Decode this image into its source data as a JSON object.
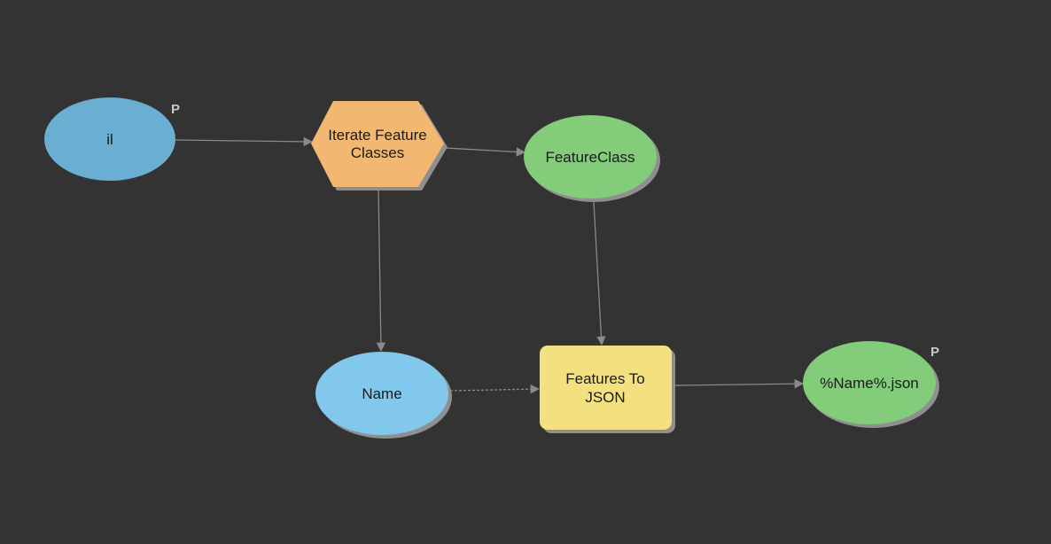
{
  "colors": {
    "background": "#333333",
    "input_variable": "#6aaed1",
    "tool": "#f2b872",
    "output_data": "#82cc7a",
    "derived_value": "#82c8ec",
    "export_tool": "#f3e07e",
    "connector": "#8a8a8a",
    "shadow": "#8f8f8f",
    "param_mark": "#c8c8c8"
  },
  "nodes": {
    "il": {
      "label": "il",
      "param": "P"
    },
    "iterate": {
      "label_lines": [
        "Iterate Feature",
        "Classes"
      ]
    },
    "featureclass": {
      "label": "FeatureClass"
    },
    "name": {
      "label": "Name"
    },
    "features_to_json": {
      "label_lines": [
        "Features To",
        "JSON"
      ]
    },
    "output_json": {
      "label": "%Name%.json",
      "param": "P"
    }
  }
}
